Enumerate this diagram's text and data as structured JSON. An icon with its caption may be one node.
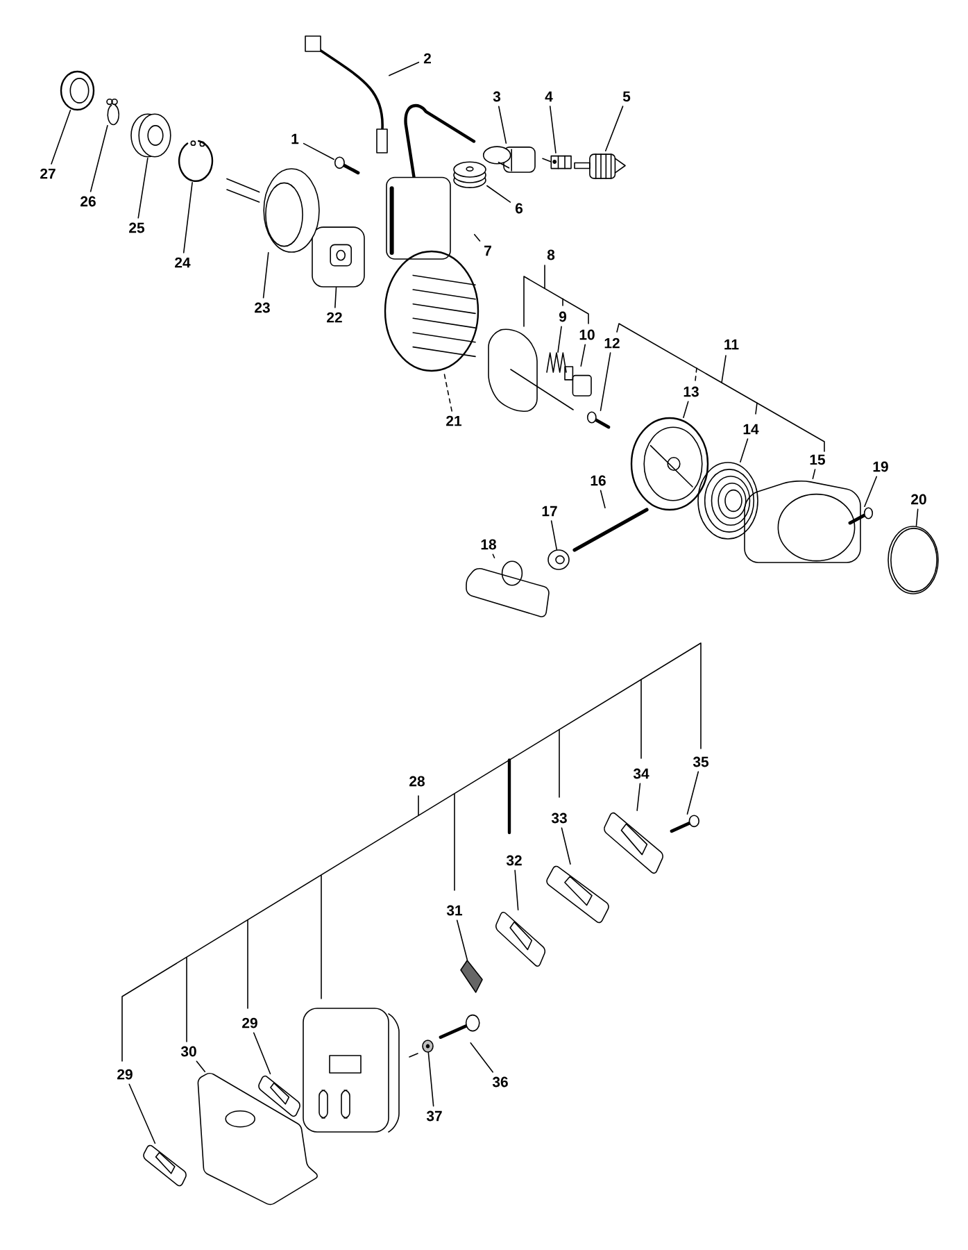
{
  "diagram": {
    "nodes": [
      {
        "text": [
          "1"
        ]
      },
      {
        "text": [],
        "shape": "picture"
      },
      {
        "text": [
          "2"
        ]
      },
      {
        "text": [],
        "shape": "picture"
      },
      {
        "text": [
          "3"
        ]
      },
      {
        "text": [],
        "shape": "picture"
      },
      {
        "text": [
          "4"
        ]
      },
      {
        "text": [],
        "shape": "picture"
      },
      {
        "text": [
          "5"
        ]
      },
      {
        "text": [],
        "shape": "picture"
      },
      {
        "text": [
          "6"
        ]
      },
      {
        "text": [],
        "shape": "picture"
      },
      {
        "text": [
          "7"
        ]
      },
      {
        "text": [],
        "shape": "picture"
      },
      {
        "text": [
          "9"
        ]
      },
      {
        "text": [],
        "shape": "picture"
      },
      {
        "text": [
          "10"
        ]
      },
      {
        "text": [],
        "shape": "picture"
      },
      {
        "text": [
          "12"
        ]
      },
      {
        "text": [],
        "shape": "picture"
      },
      {
        "text": [
          "13"
        ]
      },
      {
        "text": [],
        "shape": "picture"
      },
      {
        "text": [
          "14"
        ]
      },
      {
        "text": [],
        "shape": "picture"
      },
      {
        "text": [
          "15"
        ]
      },
      {
        "text": [],
        "shape": "picture"
      },
      {
        "text": [
          "16"
        ]
      },
      {
        "text": [],
        "shape": "picture"
      },
      {
        "text": [
          "17"
        ]
      },
      {
        "text": [],
        "shape": "picture"
      },
      {
        "text": [
          "18"
        ]
      },
      {
        "text": [],
        "shape": "picture"
      },
      {
        "text": [
          "19"
        ]
      },
      {
        "text": [],
        "shape": "picture"
      },
      {
        "text": [
          "20"
        ]
      },
      {
        "text": [],
        "shape": "picture"
      },
      {
        "text": [
          "21"
        ]
      },
      {
        "text": [],
        "shape": "picture"
      },
      {
        "text": [
          "22"
        ]
      },
      {
        "text": [],
        "shape": "picture"
      },
      {
        "text": [
          "23"
        ]
      },
      {
        "text": [],
        "shape": "picture"
      },
      {
        "text": [
          "24"
        ]
      },
      {
        "text": [],
        "shape": "picture"
      },
      {
        "text": [
          "25"
        ]
      },
      {
        "text": [],
        "shape": "picture"
      },
      {
        "text": [
          "26"
        ]
      },
      {
        "text": [],
        "shape": "picture"
      },
      {
        "text": [
          "27"
        ]
      },
      {
        "text": [],
        "shape": "picture"
      },
      {
        "text": [
          "29"
        ]
      },
      {
        "text": [],
        "shape": "picture"
      },
      {
        "text": [
          "30"
        ]
      },
      {
        "text": [],
        "shape": "picture"
      },
      {
        "text": [
          "29"
        ]
      },
      {
        "text": [],
        "shape": "picture"
      },
      {
        "text": [
          "31"
        ]
      },
      {
        "text": [],
        "shape": "picture"
      },
      {
        "text": [
          "32"
        ]
      },
      {
        "text": [],
        "shape": "picture"
      },
      {
        "text": [
          "33"
        ]
      },
      {
        "text": [],
        "shape": "picture"
      },
      {
        "text": [
          "34"
        ]
      },
      {
        "text": [],
        "shape": "picture"
      },
      {
        "text": [
          "35"
        ]
      },
      {
        "text": [],
        "shape": "picture"
      },
      {
        "text": [
          "36"
        ]
      },
      {
        "text": [],
        "shape": "picture"
      },
      {
        "text": [
          "37"
        ]
      },
      {
        "text": [],
        "shape": "picture"
      }
    ],
    "edges": [
      {
        "from": 0,
        "to": 1,
        "arrow": "none"
      },
      {
        "from": 2,
        "to": 3,
        "arrow": "none"
      },
      {
        "from": 4,
        "to": 5,
        "arrow": "none"
      },
      {
        "from": 6,
        "to": 7,
        "arrow": "none"
      },
      {
        "from": 8,
        "to": 9,
        "arrow": "none"
      },
      {
        "from": 10,
        "to": 11,
        "arrow": "none"
      },
      {
        "from": 12,
        "to": 13,
        "arrow": "none"
      },
      {
        "from": 14,
        "to": 15,
        "arrow": "none"
      },
      {
        "from": 16,
        "to": 17,
        "arrow": "none"
      },
      {
        "from": 18,
        "to": 19,
        "arrow": "none"
      },
      {
        "from": 20,
        "to": 21,
        "arrow": "none"
      },
      {
        "from": 22,
        "to": 23,
        "arrow": "none"
      },
      {
        "from": 24,
        "to": 25,
        "arrow": "none"
      },
      {
        "from": 26,
        "to": 27,
        "arrow": "none"
      },
      {
        "from": 28,
        "to": 29,
        "arrow": "none"
      },
      {
        "from": 30,
        "to": 31,
        "arrow": "none"
      },
      {
        "from": 32,
        "to": 33,
        "arrow": "none"
      },
      {
        "from": 34,
        "to": 35,
        "arrow": "none"
      },
      {
        "from": 36,
        "to": 37,
        "arrow": "none",
        "style": "dashed"
      },
      {
        "from": 38,
        "to": 39,
        "arrow": "none"
      },
      {
        "from": 40,
        "to": 41,
        "arrow": "none"
      },
      {
        "from": 42,
        "to": 43,
        "arrow": "none"
      },
      {
        "from": 44,
        "to": 45,
        "arrow": "none"
      },
      {
        "from": 46,
        "to": 47,
        "arrow": "none"
      },
      {
        "from": 48,
        "to": 49,
        "arrow": "none"
      },
      {
        "from": 50,
        "to": 51,
        "arrow": "none"
      },
      {
        "from": 52,
        "to": 53,
        "arrow": "none"
      },
      {
        "from": 54,
        "to": 55,
        "arrow": "none"
      },
      {
        "from": 56,
        "to": 57,
        "arrow": "none"
      },
      {
        "from": 58,
        "to": 59,
        "arrow": "none"
      },
      {
        "from": 60,
        "to": 61,
        "arrow": "none"
      },
      {
        "from": 62,
        "to": 63,
        "arrow": "none"
      },
      {
        "from": 64,
        "to": 65,
        "arrow": "none"
      },
      {
        "from": 66,
        "to": 67,
        "arrow": "none"
      },
      {
        "from": 68,
        "to": 69,
        "arrow": "none"
      }
    ],
    "labels": [
      "8",
      "11",
      "28"
    ]
  }
}
